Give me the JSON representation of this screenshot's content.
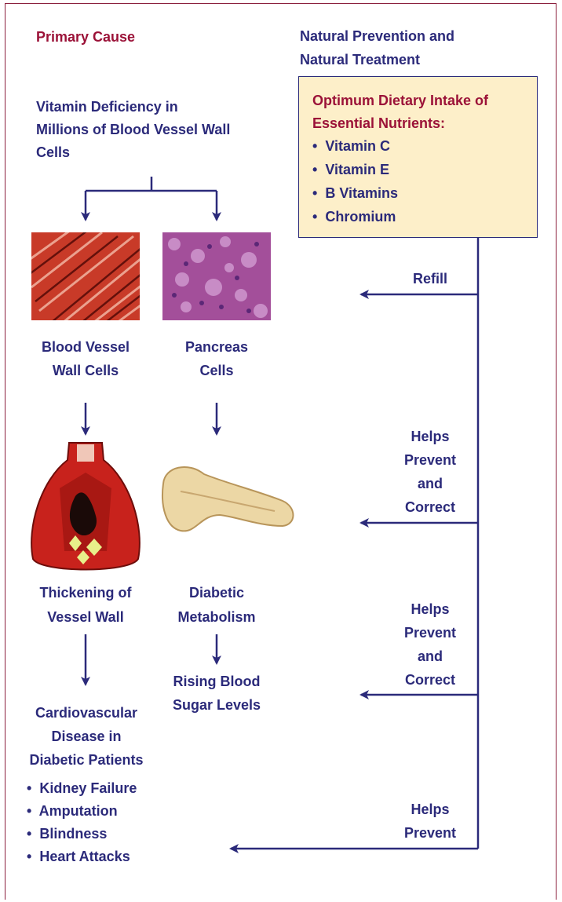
{
  "left_heading": "Primary Cause",
  "right_heading_line1": "Natural Prevention and",
  "right_heading_line2": "Natural Treatment",
  "cause_lines": [
    "Vitamin Deficiency in",
    "Millions of Blood Vessel Wall",
    "Cells"
  ],
  "treatment_box": {
    "title_line1": "Optimum Dietary Intake of",
    "title_line2": "Essential Nutrients:",
    "items": [
      "Vitamin C",
      "Vitamin E",
      "B Vitamins",
      "Chromium"
    ]
  },
  "left_column": {
    "cells_label": [
      "Blood Vessel",
      "Wall Cells"
    ],
    "thickening_label": [
      "Thickening of",
      "Vessel Wall"
    ],
    "disease_label": [
      "Cardiovascular",
      "Disease in",
      "Diabetic Patients"
    ],
    "complications": [
      "Kidney Failure",
      "Amputation",
      "Blindness",
      "Heart Attacks"
    ]
  },
  "middle_column": {
    "cells_label": [
      "Pancreas",
      "Cells"
    ],
    "metabolism_label": [
      "Diabetic",
      "Metabolism"
    ],
    "sugar_label": [
      "Rising Blood",
      "Sugar Levels"
    ]
  },
  "right_arrows": [
    {
      "lines": [
        "Refill"
      ]
    },
    {
      "lines": [
        "Helps",
        "Prevent",
        "and",
        "Correct"
      ]
    },
    {
      "lines": [
        "Helps",
        "Prevent",
        "and",
        "Correct"
      ]
    },
    {
      "lines": [
        "Helps",
        "Prevent"
      ]
    }
  ],
  "bullet": "•",
  "colors": {
    "navy": "#2b2a7a",
    "maroon": "#9b1238",
    "box_fill": "#fdefc9"
  }
}
